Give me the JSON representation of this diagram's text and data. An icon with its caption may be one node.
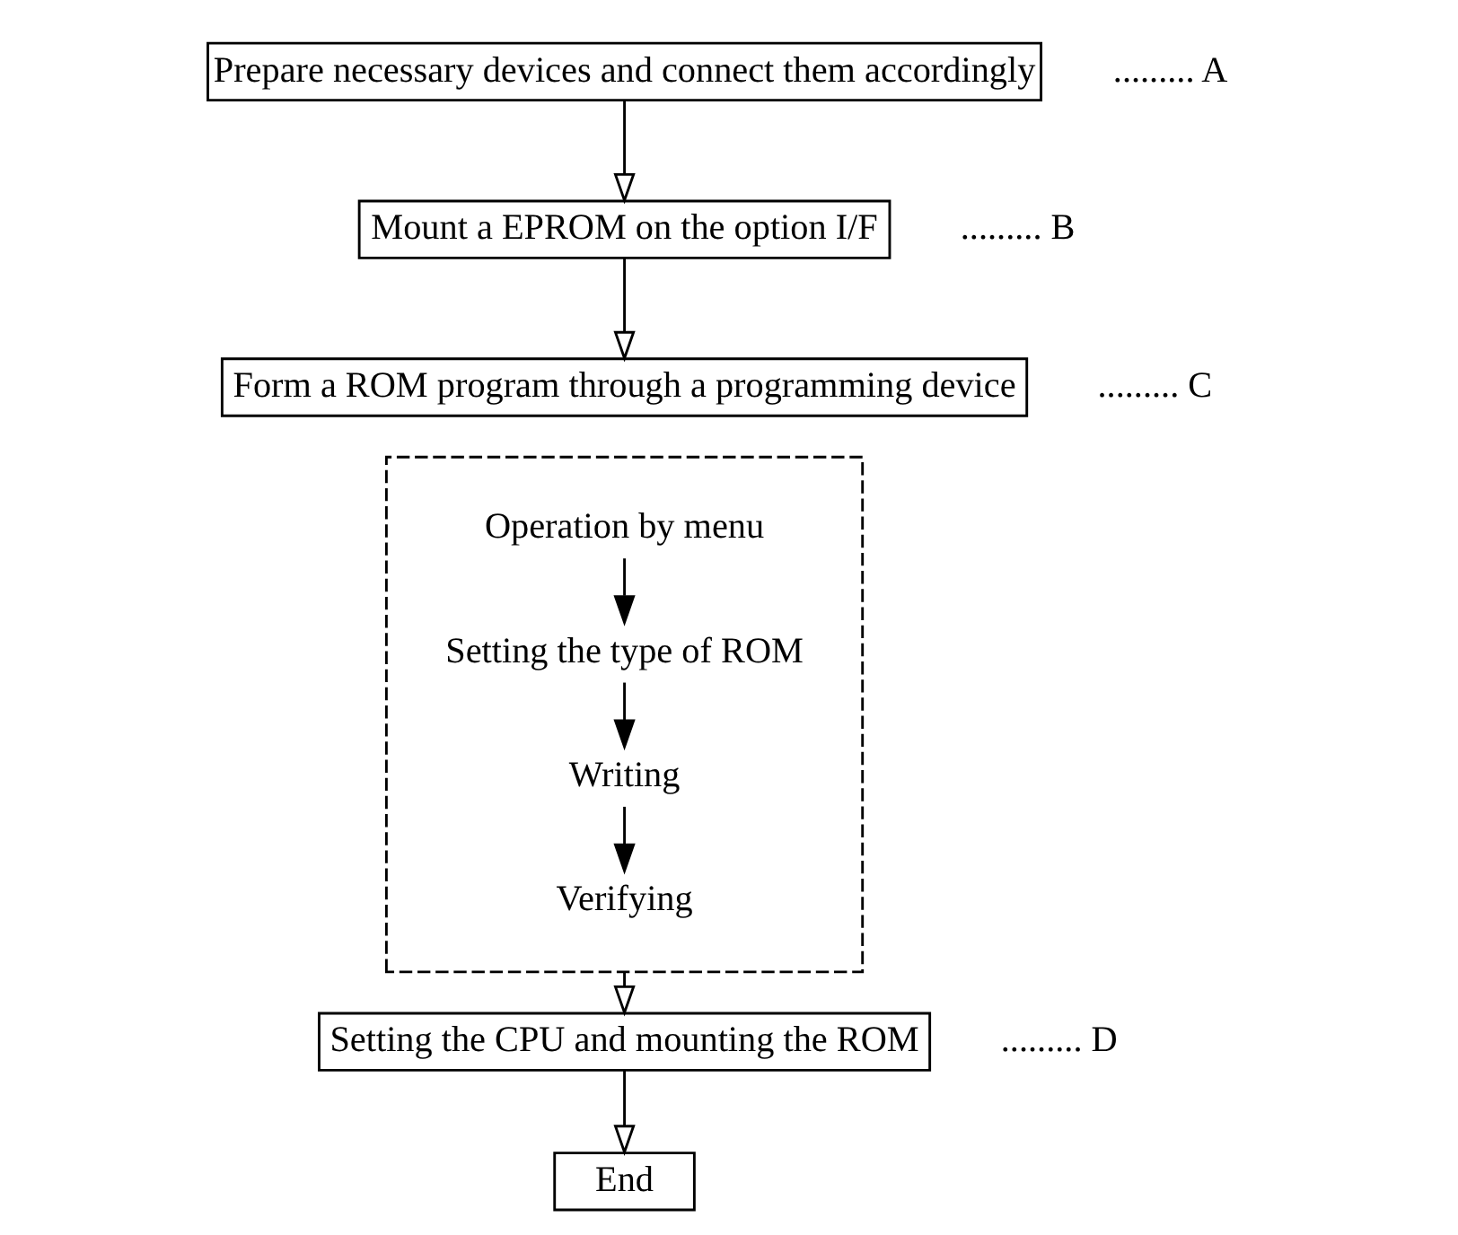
{
  "diagram": {
    "nodes": [
      {
        "text": [
          "Prepare necessary devices and connect them accordingly"
        ],
        "beside": [
          "......... A"
        ]
      },
      {
        "text": [
          "Mount a EPROM on the option I/F"
        ],
        "beside": [
          "......... B"
        ]
      },
      {
        "text": [
          "Form a ROM program through a programming device"
        ],
        "beside": [
          "......... C"
        ]
      },
      {
        "text": [],
        "shape": "box"
      },
      {
        "text": [
          "Operation by menu"
        ],
        "in": 3
      },
      {
        "text": [
          "Setting the type of ROM"
        ],
        "in": 3
      },
      {
        "text": [
          "Writing"
        ],
        "in": 3
      },
      {
        "text": [
          "Verifying"
        ],
        "in": 3
      },
      {
        "text": [
          "Setting the CPU and mounting the ROM"
        ],
        "beside": [
          "......... D"
        ]
      },
      {
        "text": [
          "End"
        ]
      }
    ],
    "edges": [
      {
        "from": 0,
        "to": 1,
        "arrow": "to"
      },
      {
        "from": 1,
        "to": 2,
        "arrow": "to"
      },
      {
        "from": 4,
        "to": 5,
        "arrow": "to"
      },
      {
        "from": 5,
        "to": 6,
        "arrow": "to"
      },
      {
        "from": 6,
        "to": 7,
        "arrow": "to"
      },
      {
        "from": 3,
        "to": 8,
        "arrow": "to"
      },
      {
        "from": 8,
        "to": 9,
        "arrow": "to"
      }
    ]
  }
}
